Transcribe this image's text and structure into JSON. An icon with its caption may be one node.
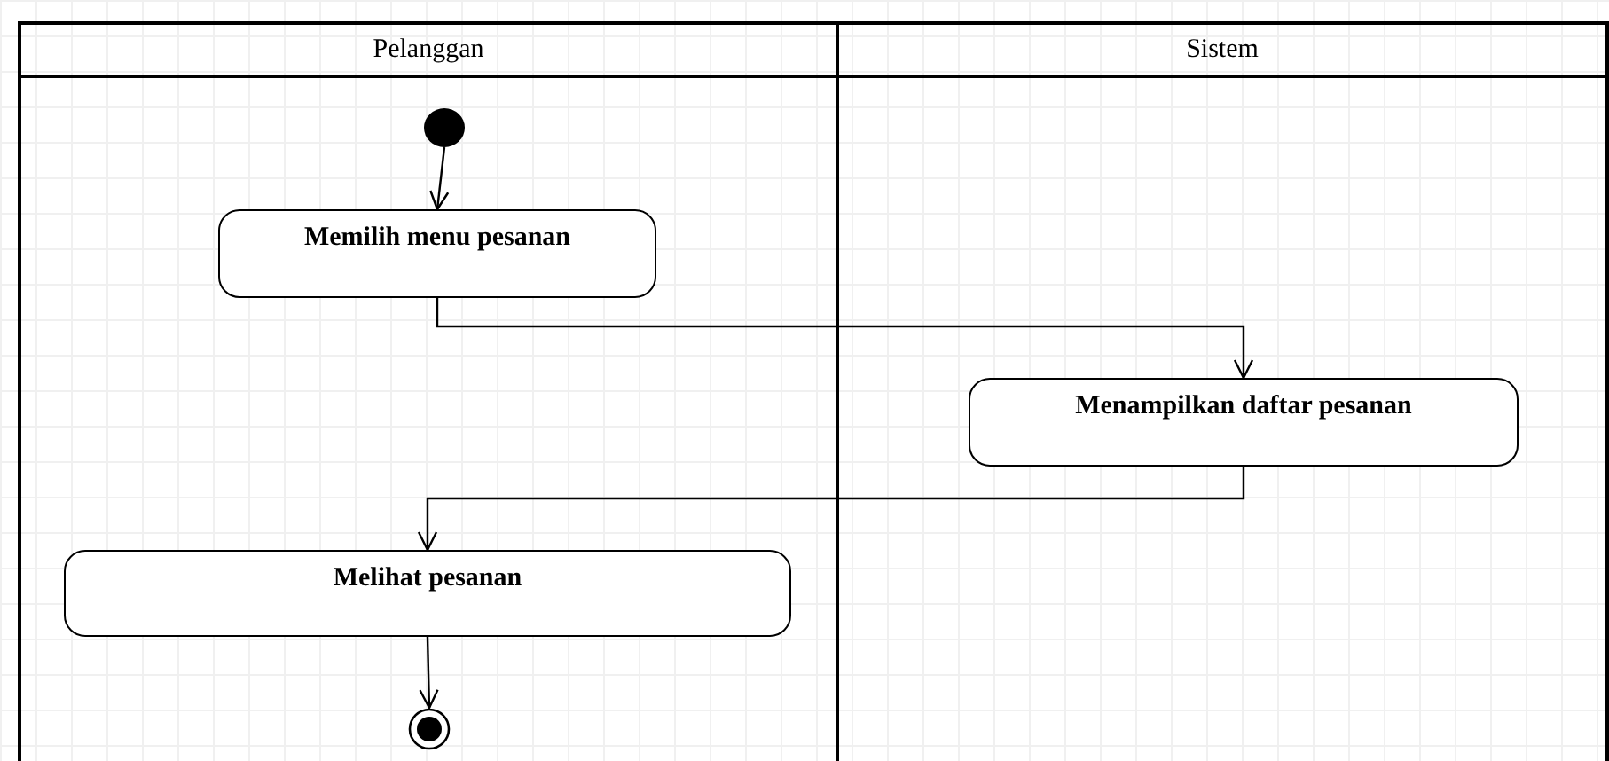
{
  "diagram": {
    "nodes": [
      {
        "text": [
          "Pelanggan"
        ]
      },
      {
        "text": [
          "Sistem"
        ]
      },
      {
        "text": [],
        "shape": "circle",
        "in": 0
      },
      {
        "text": [
          "Memilih menu pesanan"
        ],
        "in": 0
      },
      {
        "text": [
          "Menampilkan daftar pesanan"
        ],
        "in": 1
      },
      {
        "text": [
          "Melihat pesanan"
        ],
        "in": 0
      },
      {
        "text": [],
        "shape": "circle",
        "in": 0
      }
    ],
    "edges": [
      {
        "from": 2,
        "to": 3,
        "arrow": "to"
      },
      {
        "from": 3,
        "to": 4,
        "arrow": "to"
      },
      {
        "from": 4,
        "to": 5,
        "arrow": "to"
      },
      {
        "from": 5,
        "to": 6,
        "arrow": "to"
      }
    ]
  }
}
